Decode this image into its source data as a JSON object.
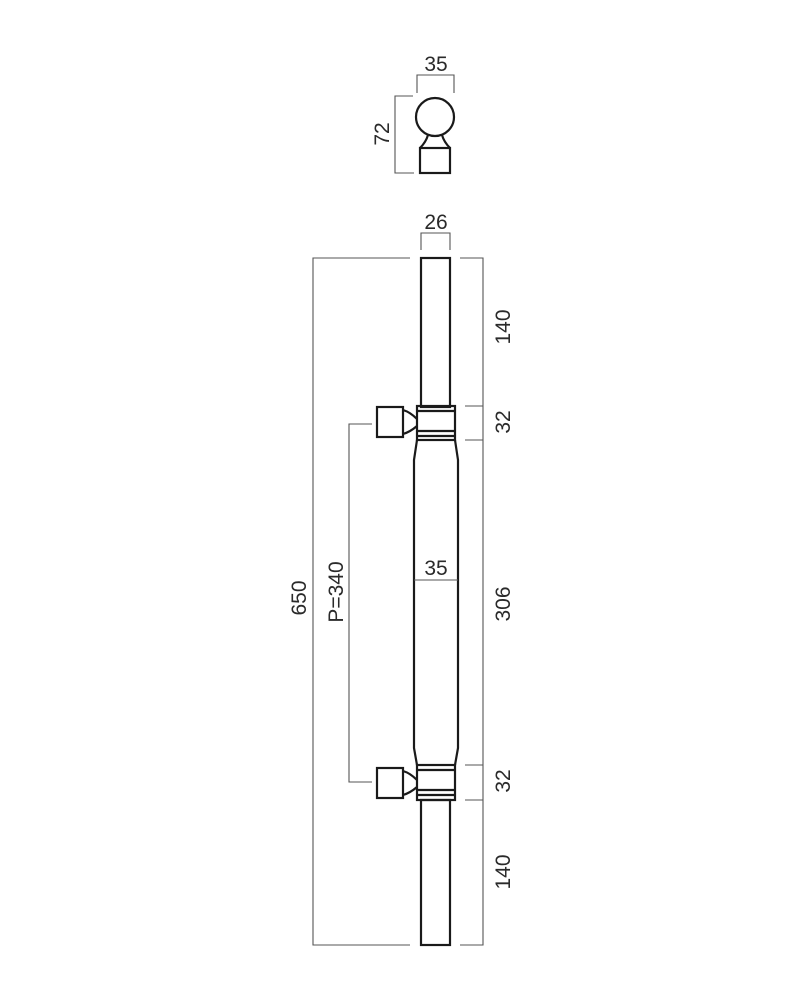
{
  "title": "Pull handle technical drawing",
  "top_view": {
    "width": "35",
    "height": "72"
  },
  "front_view": {
    "bar_diameter": "26",
    "body_diameter": "35",
    "overall_length": "650",
    "pitch": "P=340",
    "segments": [
      "140",
      "32",
      "306",
      "32",
      "140"
    ]
  }
}
